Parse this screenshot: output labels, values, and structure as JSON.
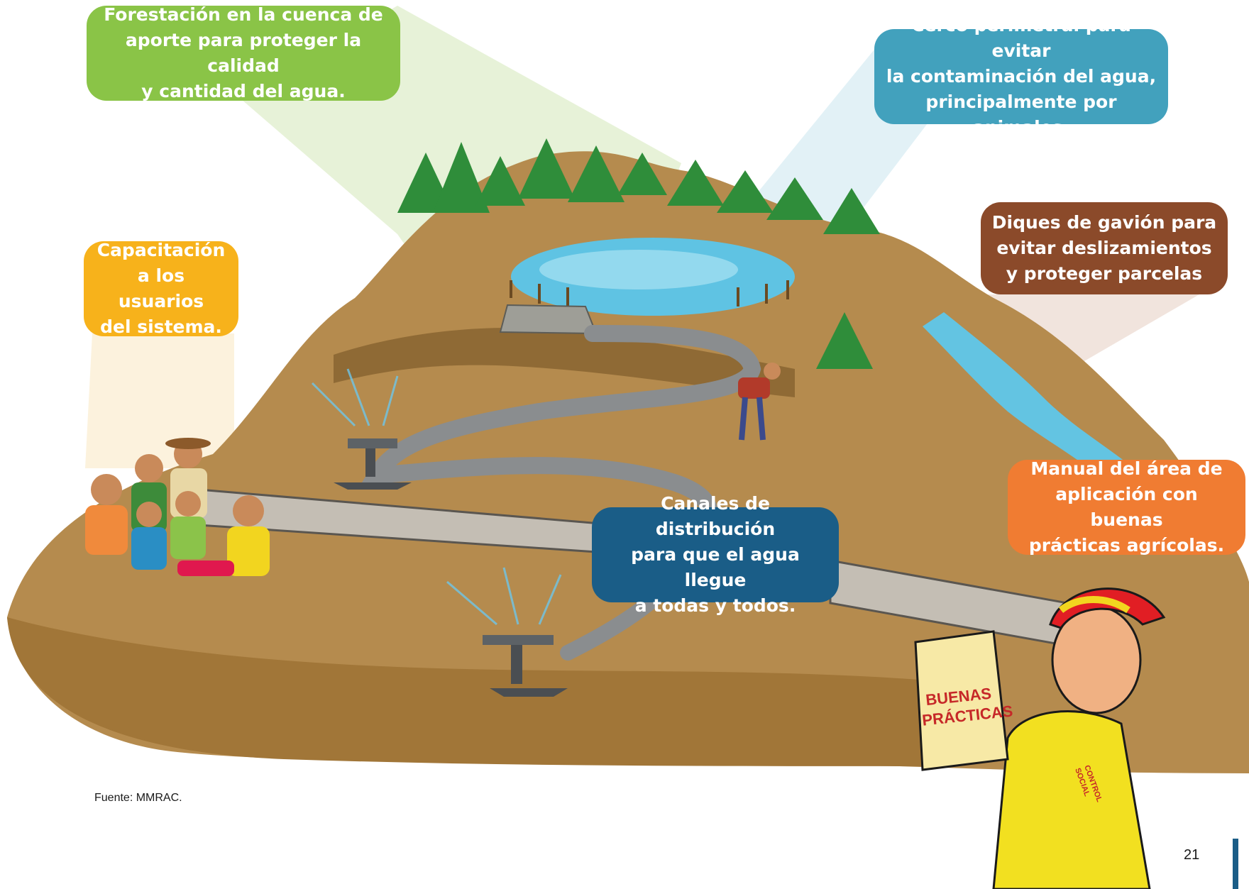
{
  "colors": {
    "forest": "#8ac447",
    "fence": "#42a1bd",
    "capacitacion": "#f7b21b",
    "dikes": "#8b4a2a",
    "canal": "#1a5d87",
    "manual": "#f07c32",
    "page_bar": "#1a5d87"
  },
  "callouts": {
    "forestacion": "Forestación en la cuenca de\naporte para proteger la calidad\ny cantidad del agua.",
    "cerco": "Cerco perimetral para evitar\nla contaminación del agua,\nprincipalmente por animales.",
    "capacitacion": "Capacitación\na los usuarios\ndel sistema.",
    "diques": "Diques de gavión para\nevitar deslizamientos\ny proteger parcelas",
    "canales": "Canales de distribución\npara que el agua llegue\na todas y todos.",
    "manual": "Manual del área de\naplicación con buenas\nprácticas agrícolas."
  },
  "book_text": "BUENAS\nPRÁCTICAS",
  "vest_text": "CONTROL\nSOCIAL",
  "source": "Fuente: MMRAC.",
  "page_number": "21"
}
